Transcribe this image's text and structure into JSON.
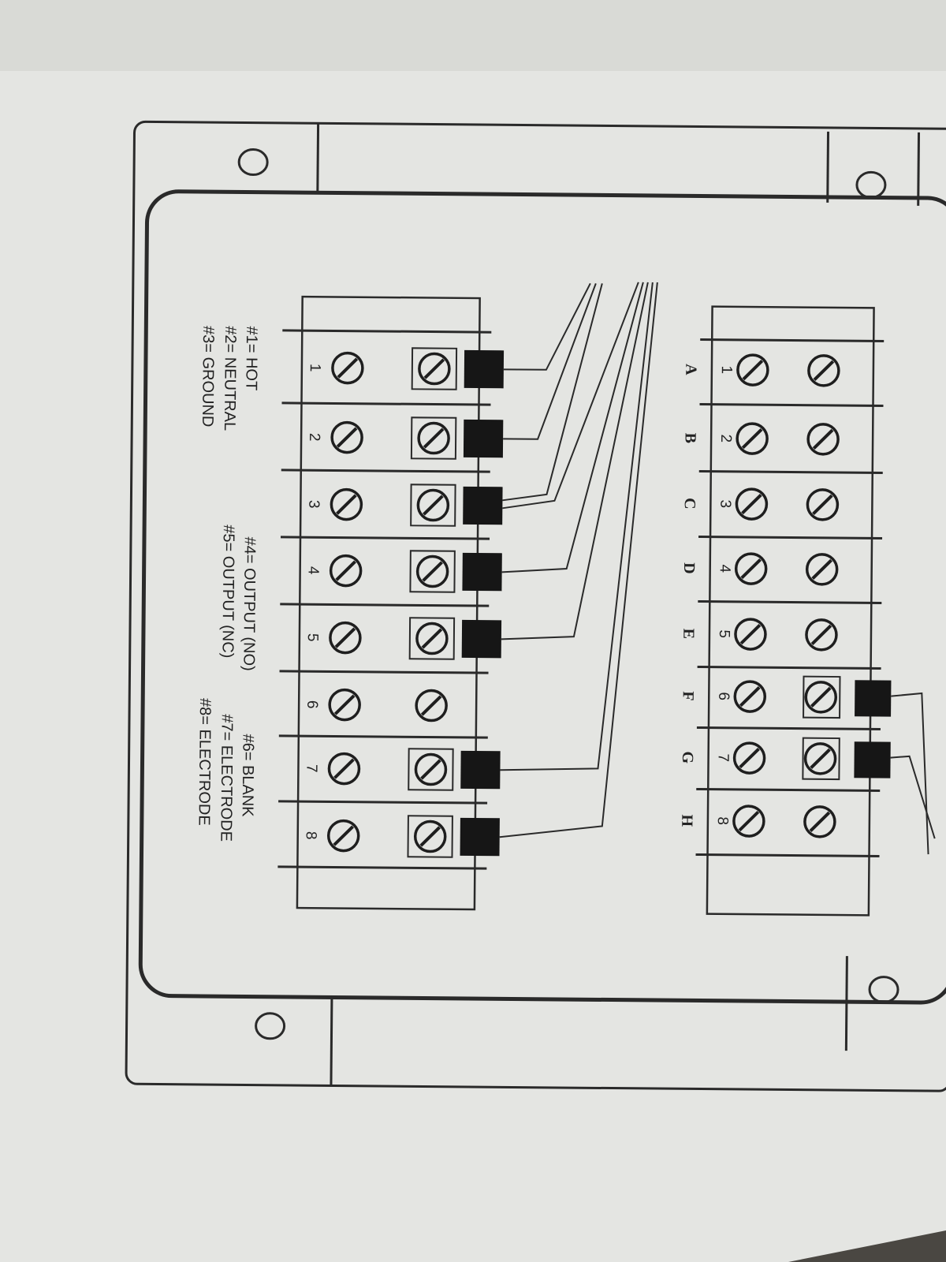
{
  "diagram": {
    "top_block": {
      "row_letters": [
        "A",
        "B",
        "C",
        "D",
        "E",
        "F",
        "G",
        "H"
      ],
      "terminal_numbers": [
        "1",
        "2",
        "3",
        "4",
        "5",
        "6",
        "7",
        "8"
      ]
    },
    "bottom_block": {
      "terminal_numbers": [
        "1",
        "2",
        "3",
        "4",
        "5",
        "6",
        "7",
        "8"
      ]
    },
    "legend": [
      "#1= HOT",
      "#2= NEUTRAL",
      "#3= GROUND",
      "#4= OUTPUT (NO)",
      "#5= OUTPUT (NC)",
      "#6= BLANK",
      "#7= ELECTRODE",
      "#8= ELECTRODE"
    ]
  }
}
